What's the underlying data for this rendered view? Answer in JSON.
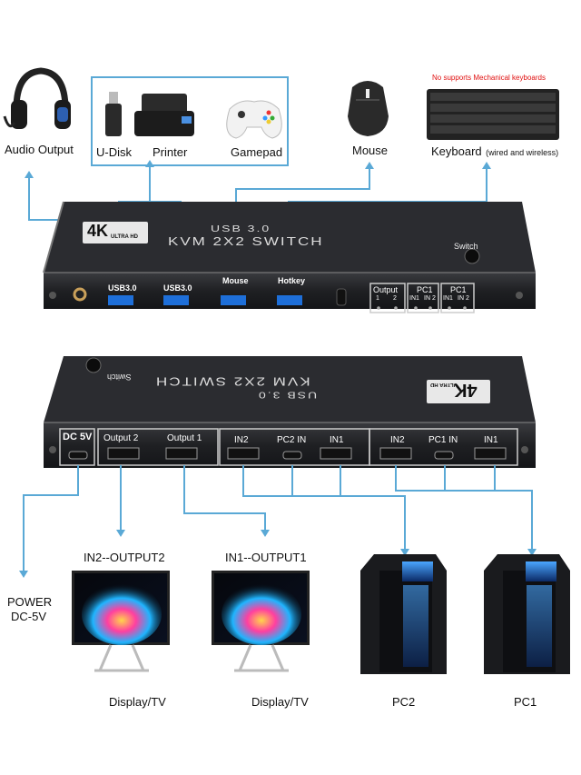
{
  "top_devices": {
    "audio": "Audio Output",
    "udisk": "U-Disk",
    "printer": "Printer",
    "gamepad": "Gamepad",
    "mouse": "Mouse",
    "keyboard": "Keyboard",
    "keyboard_note": "(wired and wireless)",
    "keyboard_warning": "No supports Mechanical keyboards"
  },
  "front_panel": {
    "title_line1": "USB 3.0",
    "title_line2": "KVM 2X2 SWITCH",
    "logo_main": "4K",
    "logo_sub": "ULTRA HD",
    "switch_label": "Switch",
    "usb_a": "USB3.0",
    "usb_b": "USB3.0",
    "mouse_port": "Mouse",
    "hotkey_port": "Hotkey",
    "ir": "IR",
    "output": "Output",
    "output_1": "1",
    "output_2": "2",
    "pc1_a": "PC1",
    "pc1_b": "PC1",
    "in1": "IN1",
    "in2": "IN 2"
  },
  "rear_panel": {
    "dc": "DC 5V",
    "output2": "Output 2",
    "output1": "Output 1",
    "in2_a": "IN2",
    "pc2_in": "PC2 IN",
    "in1_a": "IN1",
    "in2_b": "IN2",
    "pc1_in": "PC1 IN",
    "in1_b": "IN1"
  },
  "bottom": {
    "in2_output2": "IN2--OUTPUT2",
    "in1_output1": "IN1--OUTPUT1",
    "power_line1": "POWER",
    "power_line2": "DC-5V",
    "display1": "Display/TV",
    "display2": "Display/TV",
    "pc2": "PC2",
    "pc1": "PC1"
  },
  "colors": {
    "line": "#5aa9d6",
    "device_body": "#1d1d1f",
    "usb_blue": "#1e6fd9"
  }
}
